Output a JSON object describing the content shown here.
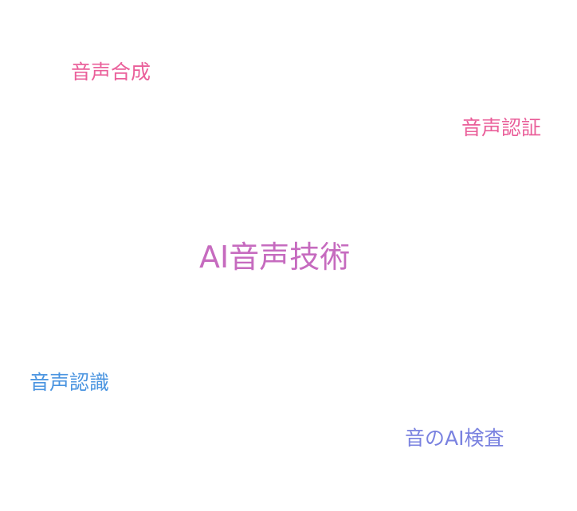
{
  "central_topic": {
    "label": "AI音声技術",
    "color": "#c66bbf"
  },
  "topics": {
    "speech_synthesis": {
      "label": "音声合成",
      "color": "#ea5f9a"
    },
    "voice_authentication": {
      "label": "音声認証",
      "color": "#ea5f9a"
    },
    "speech_recognition": {
      "label": "音声認識",
      "color": "#4a94e0"
    },
    "audio_ai_inspection": {
      "label": "音のAI検査",
      "color": "#7a82e0"
    }
  }
}
